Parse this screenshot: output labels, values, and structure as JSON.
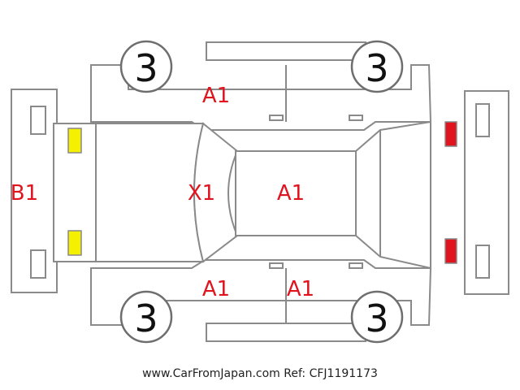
{
  "colors": {
    "damage_text": "#e0141e",
    "outline": "#8a8a8a",
    "front_lights": "#f4f000",
    "rear_lights": "#e0141e"
  },
  "tires": {
    "front_left": "3",
    "rear_left": "3",
    "front_right": "3",
    "rear_right": "3"
  },
  "damage": {
    "front_bumper": "B1",
    "windshield": "X1",
    "roof": "A1",
    "front_left_door": "A1",
    "front_right_door": "A1",
    "rear_right_door": "A1"
  },
  "footer": {
    "site": "www.CarFromJapan.com",
    "ref": "Ref: CFJ1191173"
  }
}
